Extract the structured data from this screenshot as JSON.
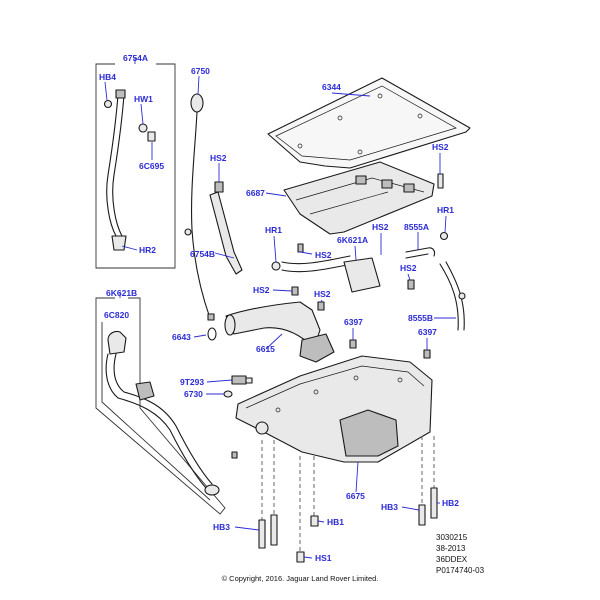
{
  "labels": {
    "l6754A": "6754A",
    "lHB4": "HB4",
    "lHW1": "HW1",
    "l6C695": "6C695",
    "lHR2": "HR2",
    "l6750": "6750",
    "lHS2a": "HS2",
    "l6754B": "6754B",
    "l6344": "6344",
    "l6687": "6687",
    "lHS2b": "HS2",
    "lHR1a": "HR1",
    "l6K621Aa": "6K621A",
    "lHS2c": "HS2",
    "lHS2d": "HS2",
    "l8555A": "8555A",
    "lHR1b": "HR1",
    "lHS2e": "HS2",
    "l6K621B": "6K621B",
    "l6C820": "6C820",
    "lHS2f": "HS2",
    "lHS2g": "HS2",
    "l6643": "6643",
    "l6615": "6615",
    "l6397a": "6397",
    "l8555B": "8555B",
    "l6397b": "6397",
    "l9T293": "9T293",
    "l6730": "6730",
    "l6675": "6675",
    "lHB3a": "HB3",
    "lHB2": "HB2",
    "lHB1": "HB1",
    "lHB3b": "HB3",
    "lHS1": "HS1"
  },
  "reference": {
    "line1": "3030215",
    "line2": "38-2013",
    "line3": "36DDEX",
    "line4": "P0174740-03"
  },
  "copyright": "© Copyright, 2016. Jaguar Land Rover Limited."
}
